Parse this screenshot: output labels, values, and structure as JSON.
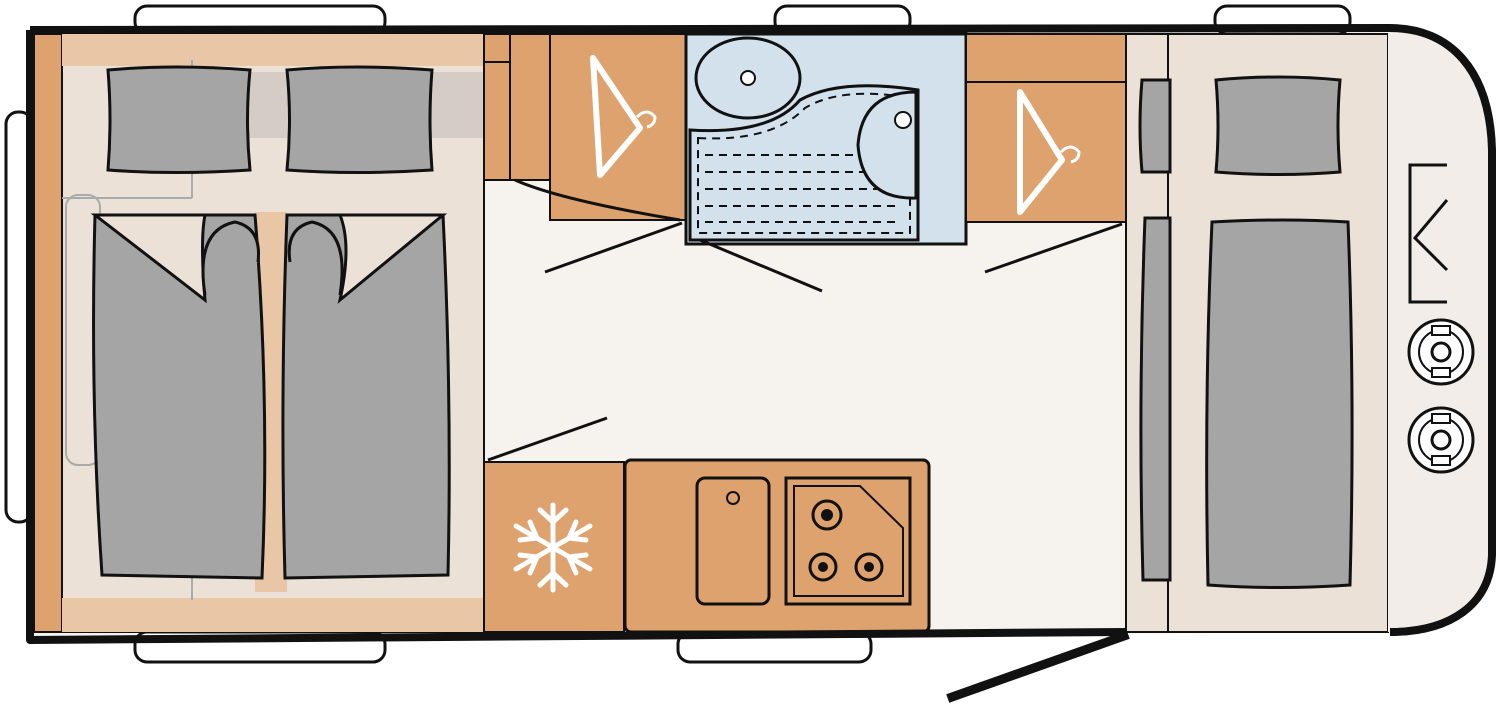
{
  "colors": {
    "outline": "#111111",
    "wood": "#dda26d",
    "wood_light": "#e8c6a6",
    "upholstery": "#ebe1d6",
    "cushion": "#a5a5a5",
    "floor": "#f6f2ee",
    "bathroom": "#d2e1ec",
    "window": "#ffffff",
    "front_wall": "#f2ede8",
    "icon_light": "#ffffff"
  },
  "icons": {
    "wardrobe_left": "hanger-icon",
    "wardrobe_right": "hanger-icon",
    "fridge": "snowflake-icon",
    "stove": "burner-icon",
    "sink": "sink-icon",
    "gas_bottles": "gas-bottle-icon",
    "front_locker": "locker-bracket-icon"
  },
  "layout_items": [
    "rear-window",
    "side-windows",
    "twin-beds",
    "pillows",
    "wardrobes",
    "washroom",
    "kitchen",
    "fridge",
    "front-seating",
    "front-locker",
    "gas-bottles",
    "entrance-door"
  ]
}
